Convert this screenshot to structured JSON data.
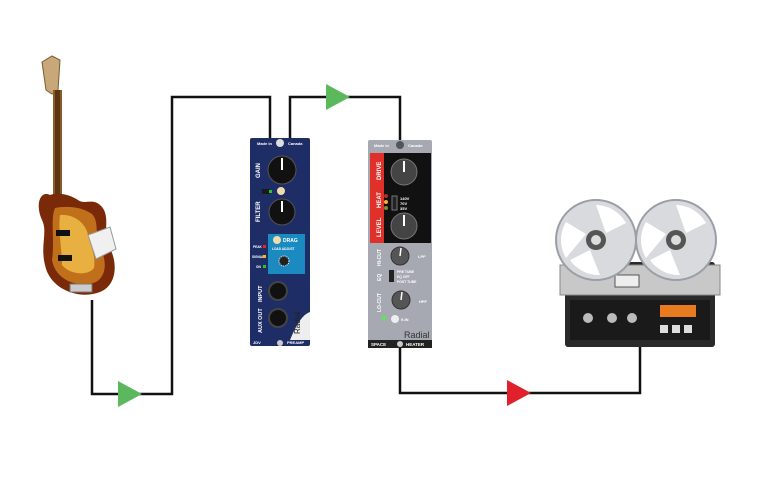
{
  "diagram": {
    "arrow_colors": {
      "input": "#5cb85c",
      "output": "#e0202a"
    },
    "wire_color": "#111111"
  },
  "preamp": {
    "made_in": "Made in",
    "canada": "Canada",
    "gain": "GAIN",
    "filter": "FILTER",
    "drag": "DRAG",
    "load_adjust": "LOAD ADJUST",
    "peak": "PEAK",
    "signal": "SIGNAL",
    "on": "ON",
    "input": "INPUT",
    "aux_out": "AUX OUT",
    "brand": "Radial",
    "name_left": "JDV",
    "name_right": "PREAMP"
  },
  "heater": {
    "made_in": "Made in",
    "canada": "Canada",
    "drive": "DRIVE",
    "heat": "HEAT",
    "level": "LEVEL",
    "v140": "140V",
    "v70": "70V",
    "v35": "35V",
    "hicut": "HI-CUT",
    "lpf": "LPF",
    "eq": "EQ",
    "pre_tube": "PRE TUBE",
    "eq_off": "EQ OFF",
    "post_tube": "POST TUBE",
    "locut": "LO-CUT",
    "hpf": "HPF",
    "in": "9-IN",
    "brand": "Radial",
    "name_left": "SPACE",
    "name_right": "HEATER"
  }
}
